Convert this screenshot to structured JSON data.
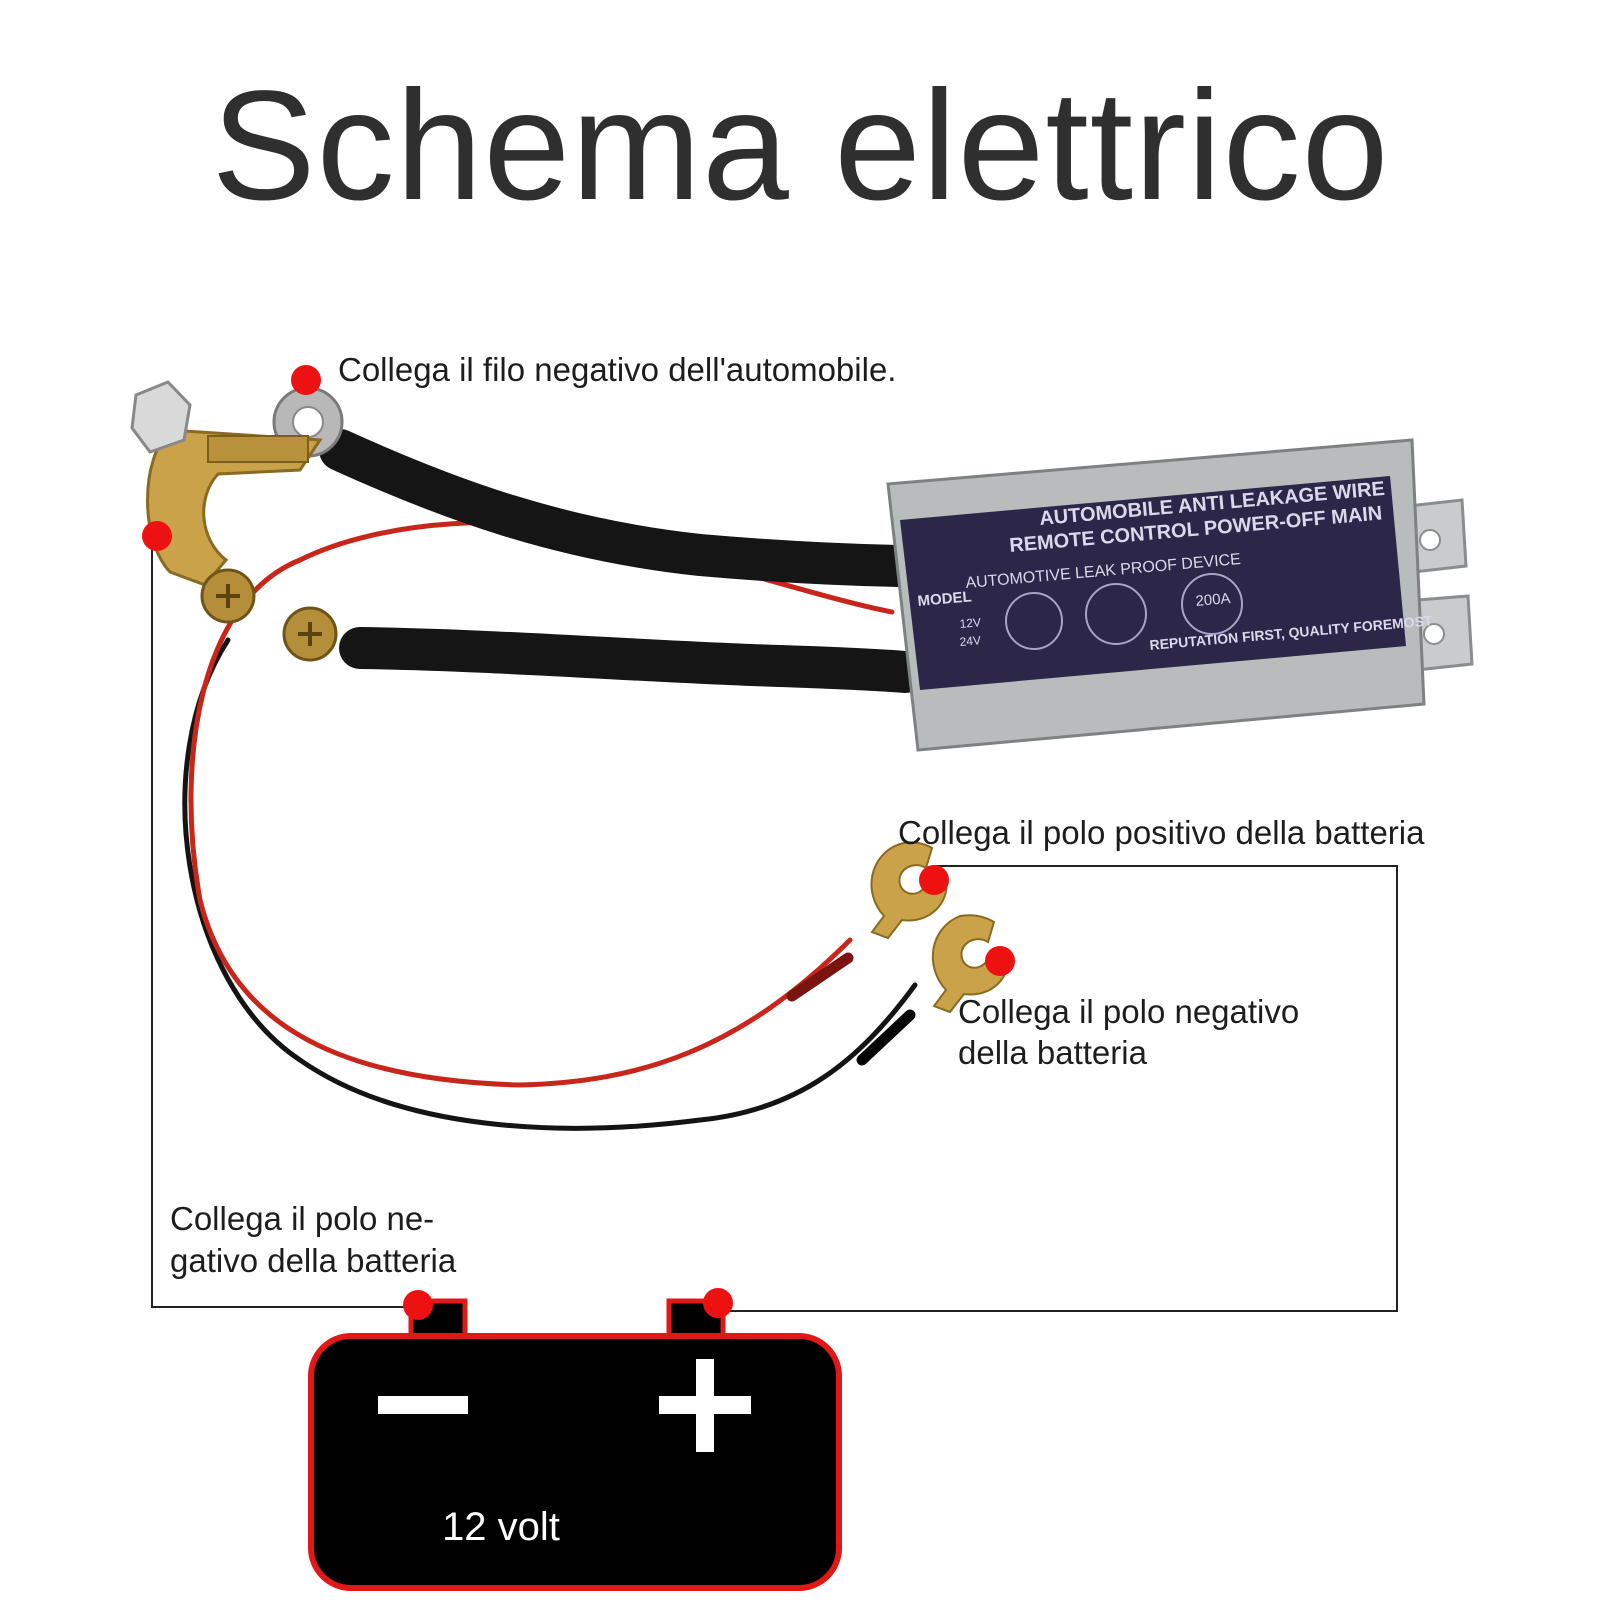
{
  "title": "Schema elettrico",
  "labels": {
    "car_negative_wire": "Collega il filo negativo dell'automobile.",
    "battery_positive": "Collega il polo positivo della batteria",
    "battery_negative_right_line1": "Collega il polo negativo",
    "battery_negative_right_line2": "della batteria",
    "battery_negative_left_line1": "Collega il polo ne-",
    "battery_negative_left_line2": "gativo della batteria"
  },
  "battery": {
    "voltage": "12 volt",
    "negative_symbol": "−",
    "positive_symbol": "+"
  },
  "device": {
    "label_lines": [
      "AUTOMOBILE ANTI LEAKAGE WIRE",
      "REMOTE CONTROL POWER-OFF MAIN",
      "AUTOMOTIVE LEAK PROOF DEVICE",
      "MODEL",
      "12V",
      "24V",
      "200A",
      "REPUTATION FIRST, QUALITY FOREMOST"
    ]
  },
  "colors": {
    "marker": "#ee1111",
    "battery_body": "#000000",
    "battery_outline": "#e01818",
    "wire_red": "#c8261b",
    "wire_black": "#141414",
    "device_body": "#b9bcbd",
    "device_label": "#2c2748",
    "brass": "#c9a24a"
  }
}
